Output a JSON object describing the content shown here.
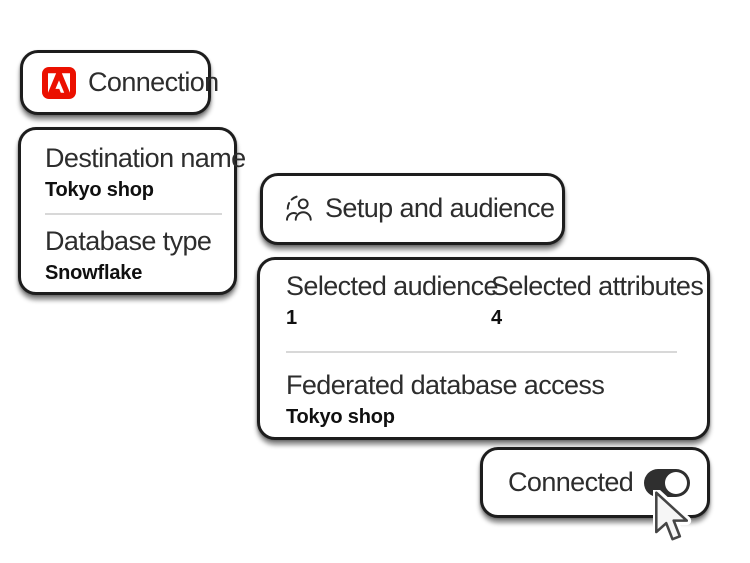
{
  "colors": {
    "accent_red": "#EB1000",
    "card_border": "#1d1d1d",
    "text_label": "#2d2d2d",
    "text_value": "#101010",
    "divider": "#d8d8d8",
    "toggle_on": "#2f2f2f"
  },
  "cards": {
    "connection": {
      "title": "Connection",
      "icon": "adobe-logo-icon"
    },
    "details": {
      "fields": [
        {
          "label": "Destination name",
          "value": "Tokyo shop"
        },
        {
          "label": "Database type",
          "value": "Snowflake"
        }
      ]
    },
    "setup": {
      "title": "Setup and audience",
      "icon": "audience-icon"
    },
    "summary": {
      "stats": [
        {
          "label": "Selected audience",
          "value": "1"
        },
        {
          "label": "Selected attributes",
          "value": "4"
        }
      ],
      "field": {
        "label": "Federated database access",
        "value": "Tokyo shop"
      }
    },
    "connected": {
      "label": "Connected",
      "toggle_state": "on"
    }
  },
  "cursor": {
    "icon": "arrow-cursor-icon"
  }
}
